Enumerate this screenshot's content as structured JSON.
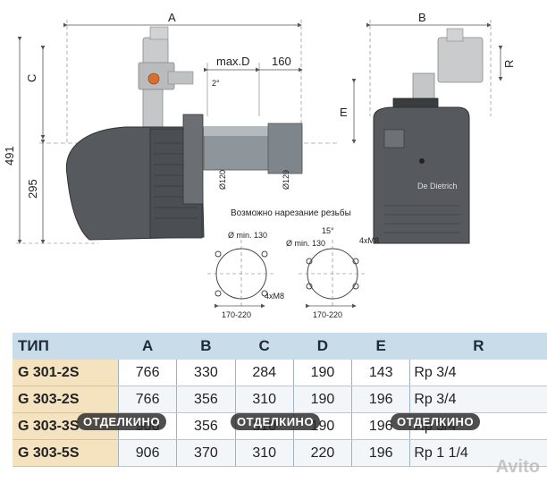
{
  "diagram": {
    "dim_labels": {
      "a": "A",
      "b": "B",
      "c": "C",
      "r": "R",
      "e": "E",
      "max_d": "max.D",
      "d160": "160",
      "h491": "491",
      "h295": "295",
      "angle2": "2°",
      "phi120": "Ø120",
      "phi129": "Ø129",
      "thread_note": "Возможно нарезание резьбы",
      "min130_a": "Ø min. 130",
      "min130_b": "Ø min. 130",
      "angle15": "15°",
      "m8_a": "4xM8",
      "m8_b": "4xM8",
      "range_a": "170-220",
      "range_b": "170-220",
      "brand": "De Dietrich"
    },
    "colors": {
      "body": "#565a5e",
      "body_dark": "#3a3d40",
      "valve": "#c9cbcc",
      "tube": "#8f969b",
      "dim_line": "#555555"
    }
  },
  "table": {
    "headers": [
      "ТИП",
      "A",
      "B",
      "C",
      "D",
      "E",
      "R"
    ],
    "rows": [
      [
        "G 301-2S",
        "766",
        "330",
        "284",
        "190",
        "143",
        "Rp 3/4"
      ],
      [
        "G 303-2S",
        "766",
        "356",
        "310",
        "190",
        "196",
        "Rp 3/4"
      ],
      [
        "G 303-3S",
        "906",
        "356",
        "310",
        "190",
        "196",
        "Rp 3/4"
      ],
      [
        "G 303-5S",
        "906",
        "370",
        "310",
        "220",
        "196",
        "Rp 1 1/4"
      ]
    ]
  },
  "watermarks": [
    "ОТДЕЛКИНО",
    "ОТДЕЛКИНО",
    "ОТДЕЛКИНО"
  ],
  "avito_mark": "Avito"
}
